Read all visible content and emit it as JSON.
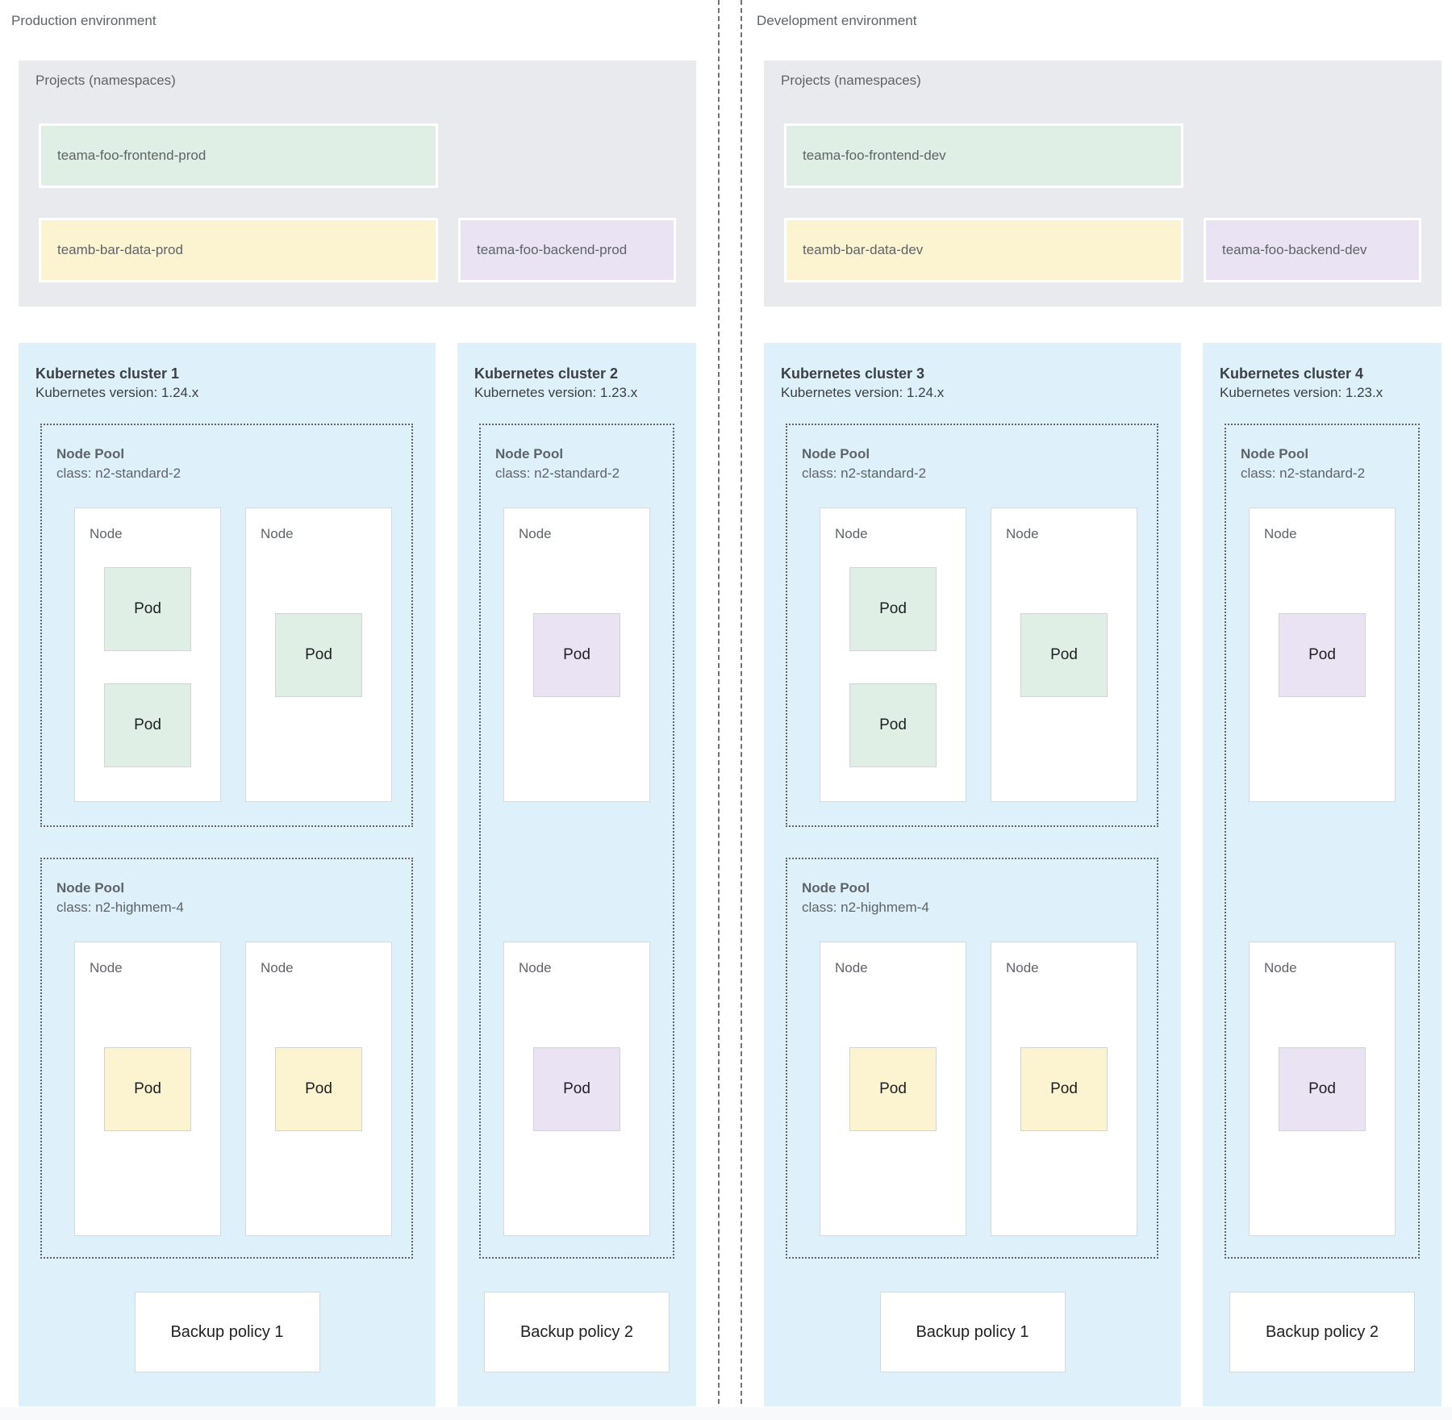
{
  "colors": {
    "projects_gray": "#e8eaed",
    "cluster_blue": "#def0fa",
    "namespace_green": "#e0efe6",
    "namespace_yellow": "#fcf3d1",
    "namespace_purple": "#eae3f3",
    "pod_green": "#e0efe6",
    "pod_yellow": "#fcf3d1",
    "pod_purple": "#e9e2f3",
    "text_primary": "#202124",
    "text_secondary": "#5f6368"
  },
  "environments": [
    {
      "label": "Production environment",
      "projects": {
        "title": "Projects (namespaces)",
        "namespaces": [
          {
            "name": "teama-foo-frontend-prod",
            "color": "green"
          },
          {
            "name": "teamb-bar-data-prod",
            "color": "yellow"
          },
          {
            "name": "teama-foo-backend-prod",
            "color": "purple"
          }
        ]
      },
      "clusters": [
        {
          "title": "Kubernetes cluster 1",
          "version": "Kubernetes version: 1.24.x",
          "backup_policy": "Backup policy 1",
          "node_pools": [
            {
              "title": "Node Pool",
              "class": "class: n2-standard-2",
              "nodes": [
                {
                  "label": "Node",
                  "pods": [
                    {
                      "label": "Pod",
                      "color": "green"
                    },
                    {
                      "label": "Pod",
                      "color": "green"
                    }
                  ]
                },
                {
                  "label": "Node",
                  "pods": [
                    {
                      "label": "Pod",
                      "color": "green"
                    }
                  ]
                }
              ]
            },
            {
              "title": "Node Pool",
              "class": "class: n2-highmem-4",
              "nodes": [
                {
                  "label": "Node",
                  "pods": [
                    {
                      "label": "Pod",
                      "color": "yellow"
                    }
                  ]
                },
                {
                  "label": "Node",
                  "pods": [
                    {
                      "label": "Pod",
                      "color": "yellow"
                    }
                  ]
                }
              ]
            }
          ]
        },
        {
          "title": "Kubernetes cluster 2",
          "version": "Kubernetes version: 1.23.x",
          "backup_policy": "Backup policy 2",
          "node_pools": [
            {
              "title": "Node Pool",
              "class": "class: n2-standard-2",
              "nodes": [
                {
                  "label": "Node",
                  "pods": [
                    {
                      "label": "Pod",
                      "color": "purple"
                    }
                  ]
                },
                {
                  "label": "Node",
                  "pods": [
                    {
                      "label": "Pod",
                      "color": "purple"
                    }
                  ]
                }
              ]
            }
          ]
        }
      ]
    },
    {
      "label": "Development environment",
      "projects": {
        "title": "Projects (namespaces)",
        "namespaces": [
          {
            "name": "teama-foo-frontend-dev",
            "color": "green"
          },
          {
            "name": "teamb-bar-data-dev",
            "color": "yellow"
          },
          {
            "name": "teama-foo-backend-dev",
            "color": "purple"
          }
        ]
      },
      "clusters": [
        {
          "title": "Kubernetes cluster 3",
          "version": "Kubernetes version: 1.24.x",
          "backup_policy": "Backup policy 1",
          "node_pools": [
            {
              "title": "Node Pool",
              "class": "class: n2-standard-2",
              "nodes": [
                {
                  "label": "Node",
                  "pods": [
                    {
                      "label": "Pod",
                      "color": "green"
                    },
                    {
                      "label": "Pod",
                      "color": "green"
                    }
                  ]
                },
                {
                  "label": "Node",
                  "pods": [
                    {
                      "label": "Pod",
                      "color": "green"
                    }
                  ]
                }
              ]
            },
            {
              "title": "Node Pool",
              "class": "class: n2-highmem-4",
              "nodes": [
                {
                  "label": "Node",
                  "pods": [
                    {
                      "label": "Pod",
                      "color": "yellow"
                    }
                  ]
                },
                {
                  "label": "Node",
                  "pods": [
                    {
                      "label": "Pod",
                      "color": "yellow"
                    }
                  ]
                }
              ]
            }
          ]
        },
        {
          "title": "Kubernetes cluster 4",
          "version": "Kubernetes version: 1.23.x",
          "backup_policy": "Backup policy 2",
          "node_pools": [
            {
              "title": "Node Pool",
              "class": "class: n2-standard-2",
              "nodes": [
                {
                  "label": "Node",
                  "pods": [
                    {
                      "label": "Pod",
                      "color": "purple"
                    }
                  ]
                },
                {
                  "label": "Node",
                  "pods": [
                    {
                      "label": "Pod",
                      "color": "purple"
                    }
                  ]
                }
              ]
            }
          ]
        }
      ]
    }
  ]
}
